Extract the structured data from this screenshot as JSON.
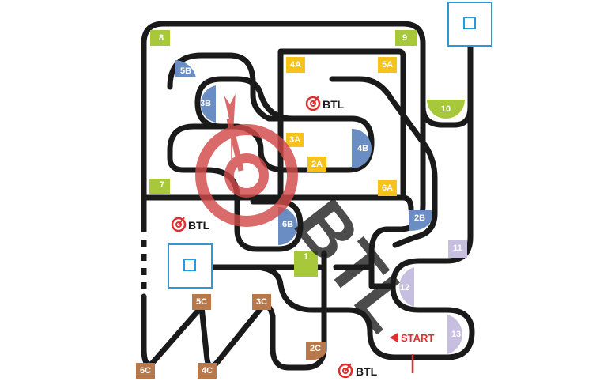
{
  "colors": {
    "track": "#1a1a1a",
    "green": "#a6c83a",
    "yellow": "#f6c21b",
    "blue": "#6a8ec4",
    "brown": "#b8784a",
    "lavender": "#c7bfe0",
    "box": "#2a9ad6",
    "red": "#e02e2e",
    "watermark_red": "#d24a4a"
  },
  "markers": {
    "m8": "8",
    "m9": "9",
    "m10": "10",
    "m7": "7",
    "m1": "1",
    "m4a": "4A",
    "m5a": "5A",
    "m3a": "3A",
    "m2a": "2A",
    "m6a": "6A",
    "m5b": "5B",
    "m3b": "3B",
    "m4b": "4B",
    "m6b": "6B",
    "m2b": "2B",
    "m11": "11",
    "m12": "12",
    "m13": "13",
    "m5c": "5C",
    "m3c": "3C",
    "m2c": "2C",
    "m6c": "6C",
    "m4c": "4C"
  },
  "logos": {
    "small_text": "BTL",
    "watermark_text": "BTL"
  },
  "start_label": "START",
  "icons": {
    "start_arrow": "triangle-left-icon",
    "target": "target-icon",
    "box": "square-box-icon"
  }
}
